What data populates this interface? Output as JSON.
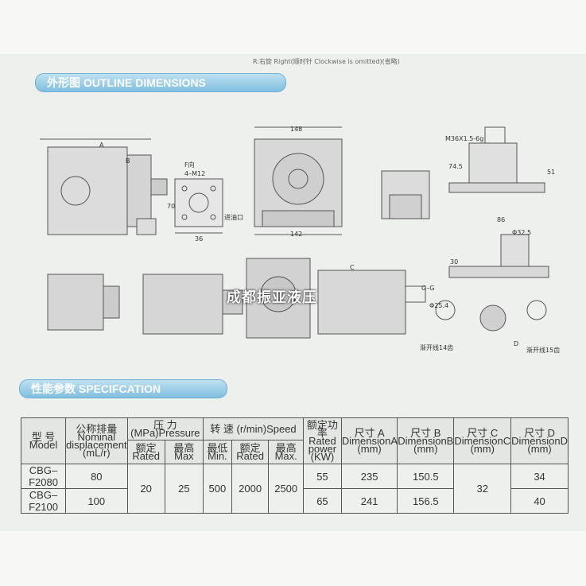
{
  "top_note": "R:右旋 Right(顺时针 Clockwise is omitted)(省略)",
  "section_outline": "外形图 OUTLINE DIMENSIONS",
  "section_spec": "性能参数 SPECIFCATION",
  "watermark": "成都振亚液压",
  "drawing_labels": {
    "f_view": "F向",
    "thread_4m12": "4–M12",
    "dim_70": "70",
    "dim_36": "36",
    "outlet": "进油口",
    "dim_148": "148",
    "dim_142": "142",
    "m36": "M36X1.5-6g",
    "dim_86": "86",
    "dim_74_5": "74.5",
    "dim_51": "51",
    "dim_32_5": "Φ32.5",
    "dim_30": "30",
    "dim_a": "A",
    "dim_b": "B",
    "dim_c": "C",
    "dim_d": "D",
    "gg": "G–G",
    "dim_25_4": "Φ25.4",
    "key14": "渐开线14齿",
    "key15": "渐开线15齿"
  },
  "table": {
    "h_model": "型 号 Model",
    "h_disp": "公称排量 Nominal displacement (mL/r)",
    "h_pressure": "压 力 (MPa)Pressure",
    "h_speed": "转 速 (r/min)Speed",
    "h_power": "额定功率 Rated power (KW)",
    "h_dimA": "尺寸 A DimensionA (mm)",
    "h_dimB": "尺寸 B DimensionB (mm)",
    "h_dimC": "尺寸 C DimensionC (mm)",
    "h_dimD": "尺寸 D DimensionD (mm)",
    "sub_rated": "额定 Rated",
    "sub_max": "最高 Max",
    "sub_min": "最低 Min.",
    "sub_rated2": "额定 Rated",
    "sub_max2": "最高 Max.",
    "rows": [
      {
        "model": "CBG–F2080",
        "disp": "80",
        "p_rated": "20",
        "p_max": "25",
        "s_min": "500",
        "s_rated": "2000",
        "s_max": "2500",
        "power": "55",
        "a": "235",
        "b": "150.5",
        "c": "32",
        "d": "34"
      },
      {
        "model": "CBG–F2100",
        "disp": "100",
        "power": "65",
        "a": "241",
        "b": "156.5",
        "d": "40"
      }
    ]
  }
}
